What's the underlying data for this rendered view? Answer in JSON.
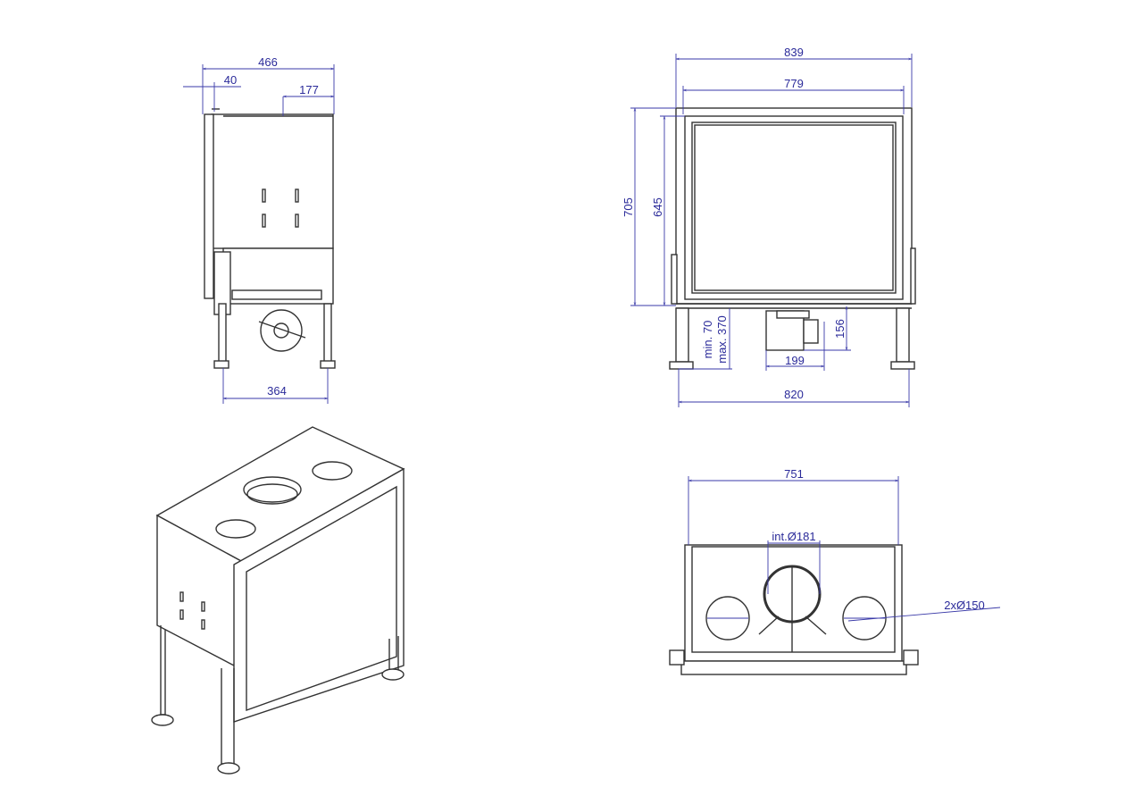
{
  "side_view": {
    "width_total": "466",
    "offset": "40",
    "flue_offset": "177",
    "leg_span": "364"
  },
  "front_view": {
    "outer_width": "839",
    "inner_width": "779",
    "height_total": "705",
    "glass_height": "645",
    "leg_min": "min. 70",
    "leg_max": "max. 370",
    "fan_height": "156",
    "fan_width": "199",
    "leg_span": "820"
  },
  "top_view": {
    "width": "751",
    "center_flue": "int.Ø181",
    "side_flues": "2xØ150"
  },
  "colors": {
    "dimension": "#2b2b9a",
    "line": "#333333"
  }
}
